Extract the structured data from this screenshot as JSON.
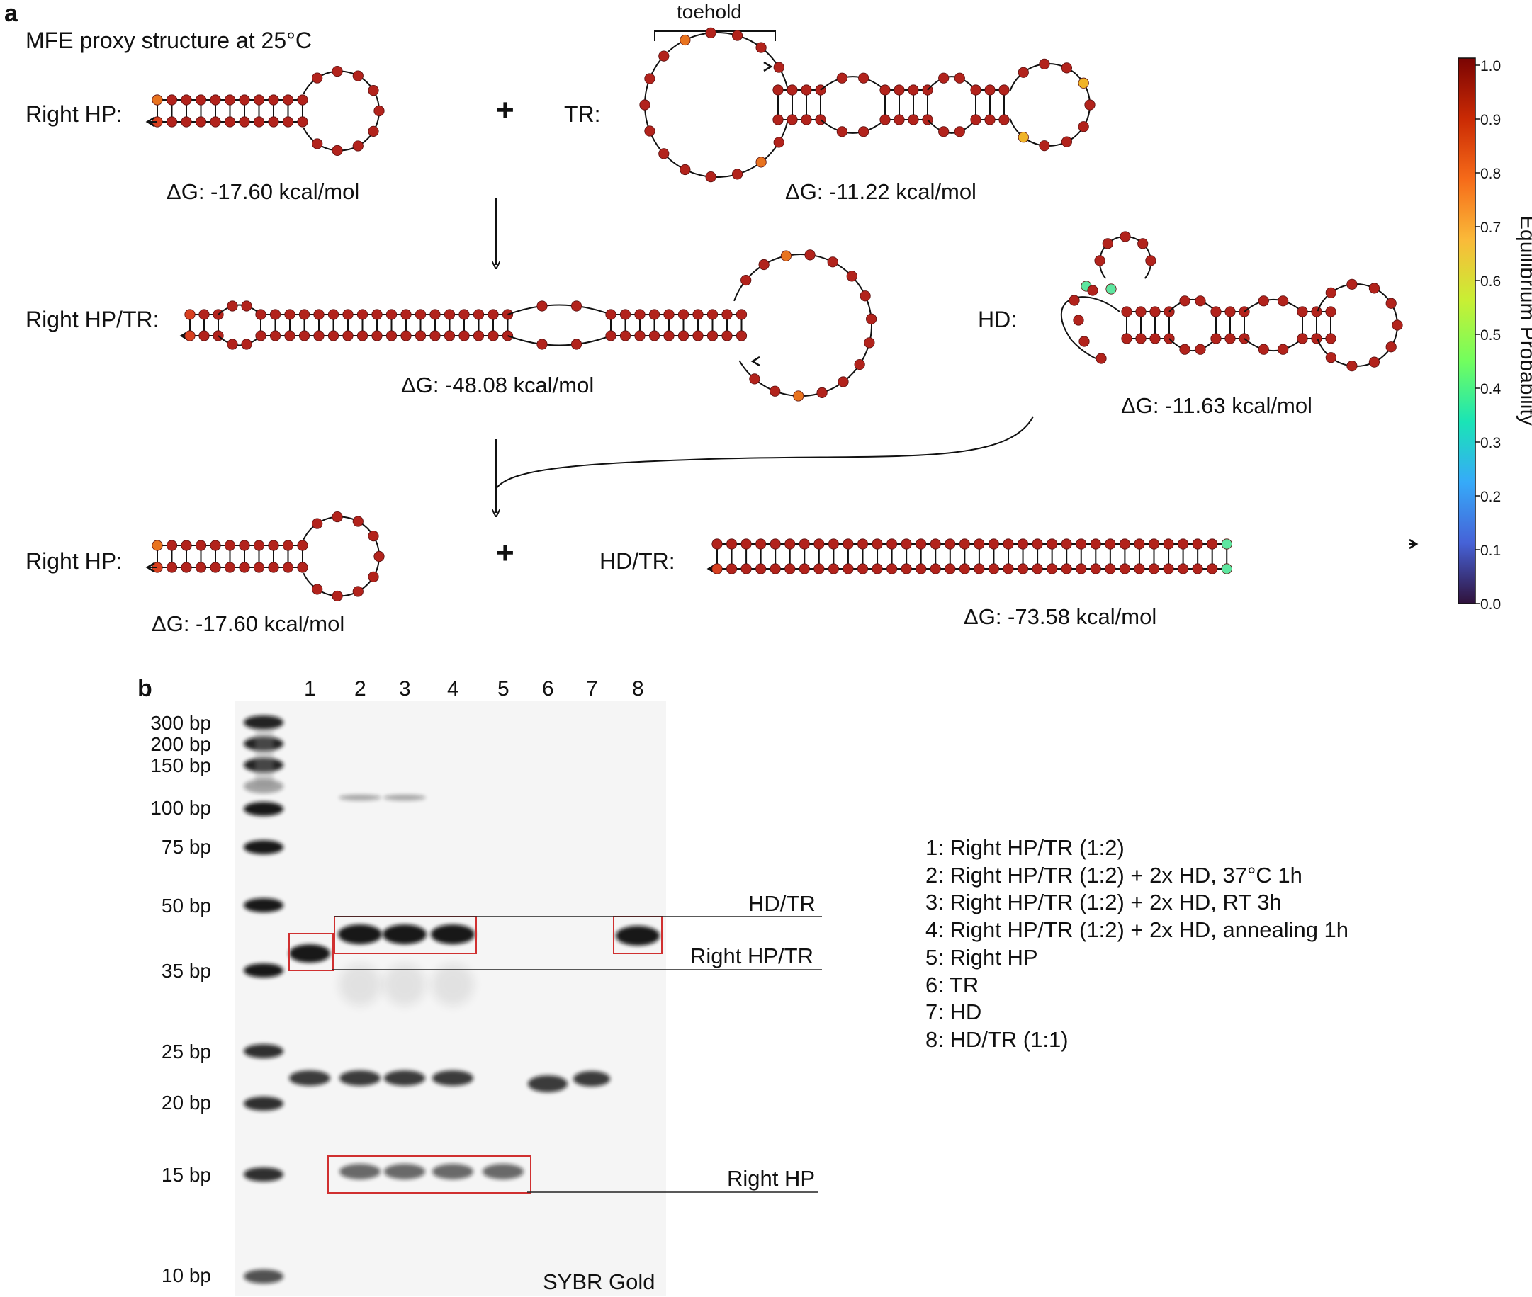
{
  "panel_a": {
    "letter": "a",
    "subtitle": "MFE proxy structure at 25°C",
    "toehold_label": "toehold",
    "labels": {
      "right_hp_1": "Right HP:",
      "tr": "TR:",
      "right_hp_tr": "Right HP/TR:",
      "hd": "HD:",
      "right_hp_2": "Right HP:",
      "hd_tr": "HD/TR:"
    },
    "plus_sign": "+",
    "energies": {
      "right_hp_1": "ΔG: -17.60 kcal/mol",
      "tr": "ΔG: -11.22 kcal/mol",
      "right_hp_tr": "ΔG: -48.08 kcal/mol",
      "hd": "ΔG: -11.63 kcal/mol",
      "right_hp_2": "ΔG: -17.60 kcal/mol",
      "hd_tr": "ΔG: -73.58 kcal/mol"
    },
    "colorbar": {
      "title": "Equilibrium Probability",
      "ticks": [
        "1.0",
        "0.9",
        "0.8",
        "0.7",
        "0.6",
        "0.5",
        "0.4",
        "0.3",
        "0.2",
        "0.1",
        "0.0"
      ],
      "gradient": [
        "#30123b",
        "#4662d7",
        "#36aaf9",
        "#1ae4b6",
        "#72fe5e",
        "#c8ef34",
        "#faba39",
        "#f66b19",
        "#ca2a04",
        "#7a0403"
      ]
    },
    "colors": {
      "base_dark_red": "#b2231c",
      "base_orange": "#e8731f",
      "base_yellow": "#f0b428",
      "base_green": "#5ee6a0"
    }
  },
  "panel_b": {
    "letter": "b",
    "lane_numbers": [
      "1",
      "2",
      "3",
      "4",
      "5",
      "6",
      "7",
      "8"
    ],
    "ladder": [
      "300 bp",
      "200 bp",
      "150 bp",
      "100 bp",
      "75 bp",
      "50 bp",
      "35 bp",
      "25 bp",
      "20 bp",
      "15 bp",
      "10 bp"
    ],
    "band_labels": {
      "hd_tr": "HD/TR",
      "right_hp_tr": "Right HP/TR",
      "right_hp": "Right HP"
    },
    "stain": "SYBR Gold",
    "legend": [
      "1: Right HP/TR (1:2)",
      "2: Right HP/TR (1:2) + 2x HD, 37°C 1h",
      "3: Right HP/TR (1:2) + 2x HD, RT 3h",
      "4: Right HP/TR (1:2) + 2x HD, annealing 1h",
      "5: Right HP",
      "6: TR",
      "7: HD",
      "8: HD/TR (1:1)"
    ],
    "colors": {
      "highlight_box": "#d03030"
    }
  }
}
